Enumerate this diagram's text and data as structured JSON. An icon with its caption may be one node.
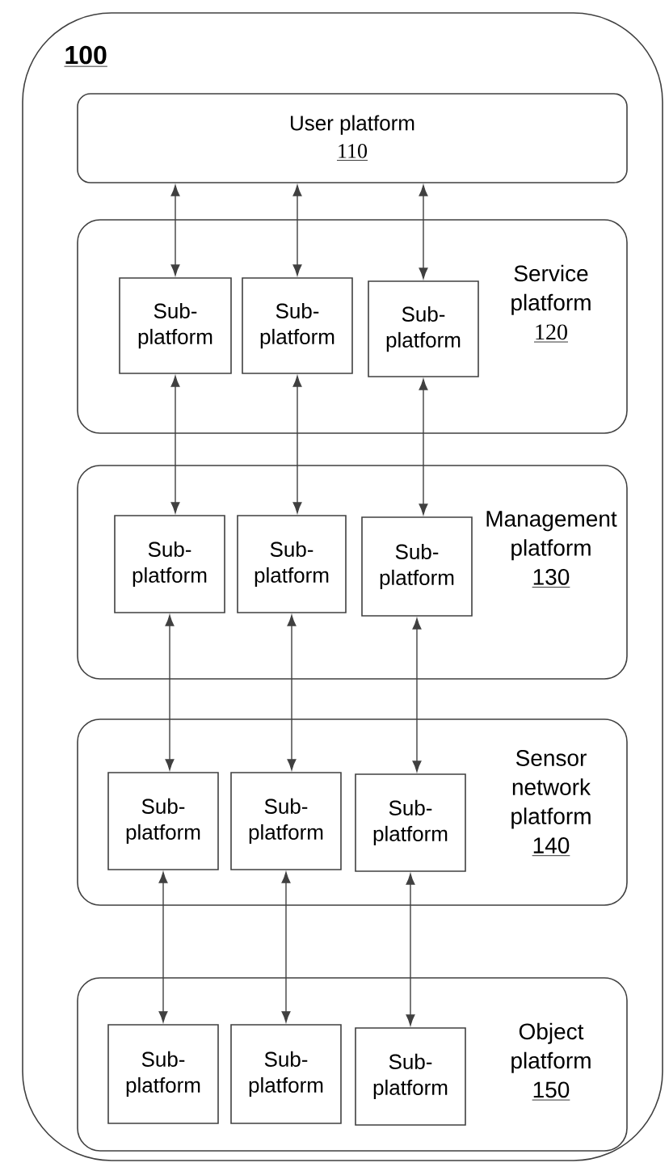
{
  "diagram": {
    "nodes": [
      {
        "text": [
          "100"
        ]
      },
      {
        "text": [
          "User platform",
          "110"
        ],
        "in": 0
      },
      {
        "text": [
          "Service platform",
          "120"
        ],
        "in": 0
      },
      {
        "text": [
          "Sub- platform"
        ],
        "in": 2
      },
      {
        "text": [
          "Sub- platform"
        ],
        "in": 2
      },
      {
        "text": [
          "Sub- platform"
        ],
        "in": 2
      },
      {
        "text": [
          "Management platform",
          "130"
        ],
        "in": 0
      },
      {
        "text": [
          "Sub- platform"
        ],
        "in": 6
      },
      {
        "text": [
          "Sub- platform"
        ],
        "in": 6
      },
      {
        "text": [
          "Sub- platform"
        ],
        "in": 6
      },
      {
        "text": [
          "Sensor network platform",
          "140"
        ],
        "in": 0
      },
      {
        "text": [
          "Sub- platform"
        ],
        "in": 10
      },
      {
        "text": [
          "Sub- platform"
        ],
        "in": 10
      },
      {
        "text": [
          "Sub- platform"
        ],
        "in": 10
      },
      {
        "text": [
          "Object platform",
          "150"
        ],
        "in": 0
      },
      {
        "text": [
          "Sub- platform"
        ],
        "in": 14
      },
      {
        "text": [
          "Sub- platform"
        ],
        "in": 14
      },
      {
        "text": [
          "Sub- platform"
        ],
        "in": 14
      }
    ],
    "edges": [
      {
        "from": 1,
        "to": 3,
        "arrow": "both"
      },
      {
        "from": 1,
        "to": 4,
        "arrow": "both"
      },
      {
        "from": 1,
        "to": 5,
        "arrow": "both"
      },
      {
        "from": 3,
        "to": 7,
        "arrow": "both"
      },
      {
        "from": 4,
        "to": 8,
        "arrow": "both"
      },
      {
        "from": 5,
        "to": 9,
        "arrow": "both"
      },
      {
        "from": 7,
        "to": 11,
        "arrow": "both"
      },
      {
        "from": 8,
        "to": 12,
        "arrow": "both"
      },
      {
        "from": 9,
        "to": 13,
        "arrow": "both"
      },
      {
        "from": 11,
        "to": 15,
        "arrow": "both"
      },
      {
        "from": 12,
        "to": 16,
        "arrow": "both"
      },
      {
        "from": 13,
        "to": 17,
        "arrow": "both"
      }
    ]
  }
}
